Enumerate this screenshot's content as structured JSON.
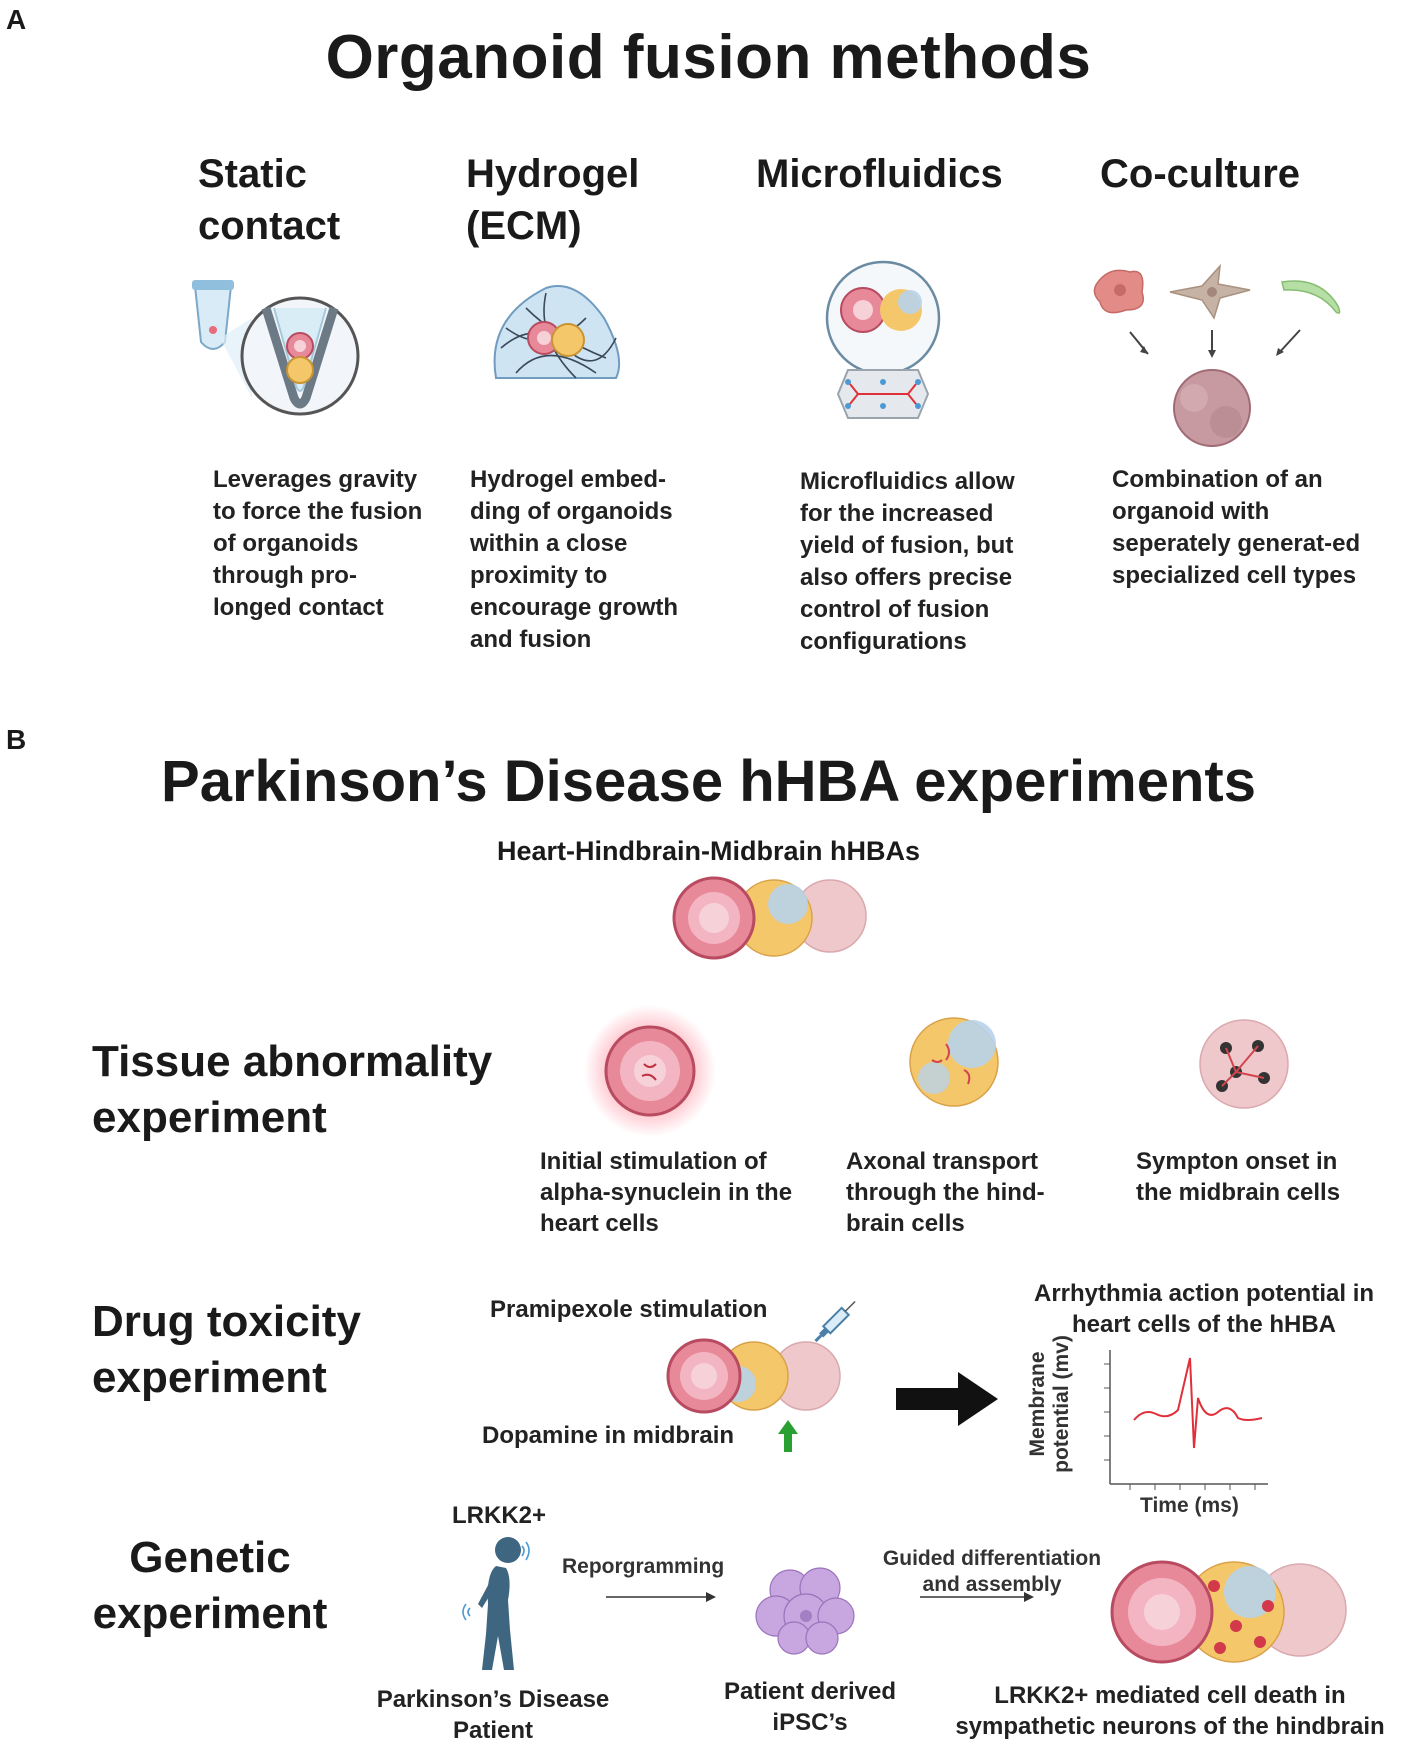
{
  "panel_a": {
    "letter": "A",
    "title": "Organoid fusion methods",
    "methods": [
      {
        "heading": "Static\ncontact",
        "description": "Leverages gravity to force the fusion of organoids through pro-longed contact"
      },
      {
        "heading": "Hydrogel\n(ECM)",
        "description": "Hydrogel embed-ding of organoids within a close proximity to encourage growth and fusion"
      },
      {
        "heading": "Microfluidics",
        "description": "Microfluidics allow for the increased yield of fusion, but also offers precise control of fusion configurations"
      },
      {
        "heading": "Co-culture",
        "description": "Combination of an organoid with seperately generat-ed specialized cell types"
      }
    ]
  },
  "panel_b": {
    "letter": "B",
    "title": "Parkinson’s Disease hHBA experiments",
    "subtitle": "Heart-Hindbrain-Midbrain hHBAs",
    "tissue": {
      "label": "Tissue abnormality experiment",
      "steps": [
        "Initial stimulation of alpha-synuclein in the heart cells",
        "Axonal transport through the hind-brain cells",
        "Sympton onset in the midbrain cells"
      ]
    },
    "drug": {
      "label": "Drug toxicity experiment",
      "stimulation": "Pramipexole stimulation",
      "dopamine": "Dopamine in midbrain",
      "result_title": "Arrhythmia action potential in heart cells of the hHBA",
      "y_axis": "Membrane potential (mv)",
      "x_axis": "Time (ms)"
    },
    "genetic": {
      "label": "Genetic experiment",
      "gene": "LRKK2+",
      "patient": "Parkinson’s Disease Patient",
      "arrow1": "Reporgramming",
      "ipsc": "Patient derived iPSC’s",
      "arrow2": "Guided differentiation and assembly",
      "result": "LRKK2+ mediated cell death in sympathetic neurons of the hindbrain"
    }
  },
  "colors": {
    "heart": "#e8899a",
    "heart_core": "#f6d1d8",
    "hindbrain": "#f4c76a",
    "hindbrain_blue": "#b8d3ea",
    "midbrain": "#efc8cc",
    "ipsc": "#c8a6e0",
    "trace": "#e0303a",
    "person": "#3e6680"
  }
}
